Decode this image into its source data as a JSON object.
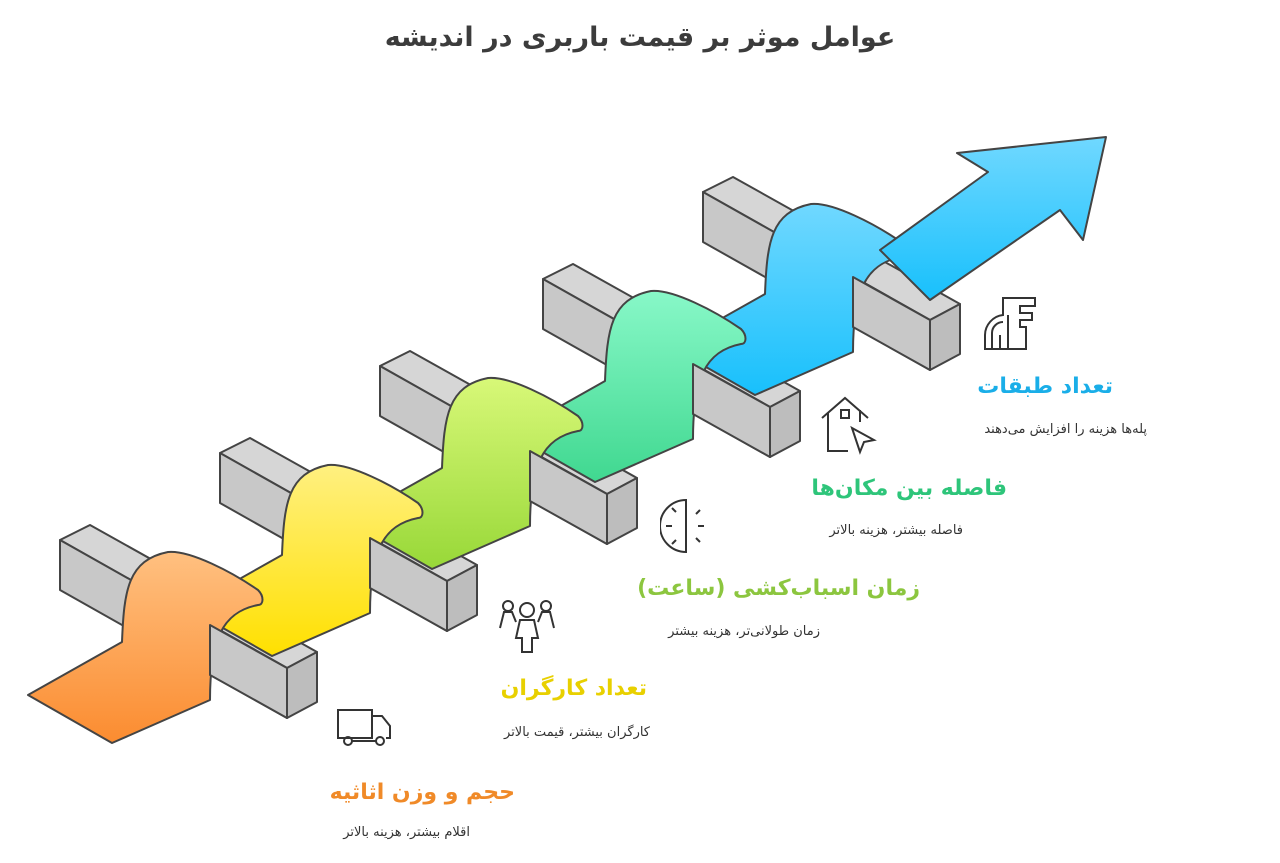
{
  "title": "عوامل موثر بر قیمت باربری در اندیشه",
  "colors": {
    "orange": "#f08a28",
    "yellow": "#e8d000",
    "lime": "#8cc63f",
    "green": "#2ec57a",
    "blue": "#1aaee8"
  },
  "factors": [
    {
      "title": "تعداد طبقات",
      "desc": "پله‌ها هزینه را افزایش می‌دهند",
      "icon": "spiral-stairs-icon"
    },
    {
      "title": "فاصله بین مکان‌ها",
      "desc": "فاصله بیشتر، هزینه بالاتر",
      "icon": "house-cursor-icon"
    },
    {
      "title": "زمان اسباب‌کشی (ساعت)",
      "desc": "زمان طولانی‌تر، هزینه بیشتر",
      "icon": "half-clock-icon"
    },
    {
      "title": "تعداد کارگران",
      "desc": "کارگران بیشتر، قیمت بالاتر",
      "icon": "workers-group-icon"
    },
    {
      "title": "حجم و وزن اثاثیه",
      "desc": "اقلام بیشتر، هزینه بالاتر",
      "icon": "truck-icon"
    }
  ]
}
